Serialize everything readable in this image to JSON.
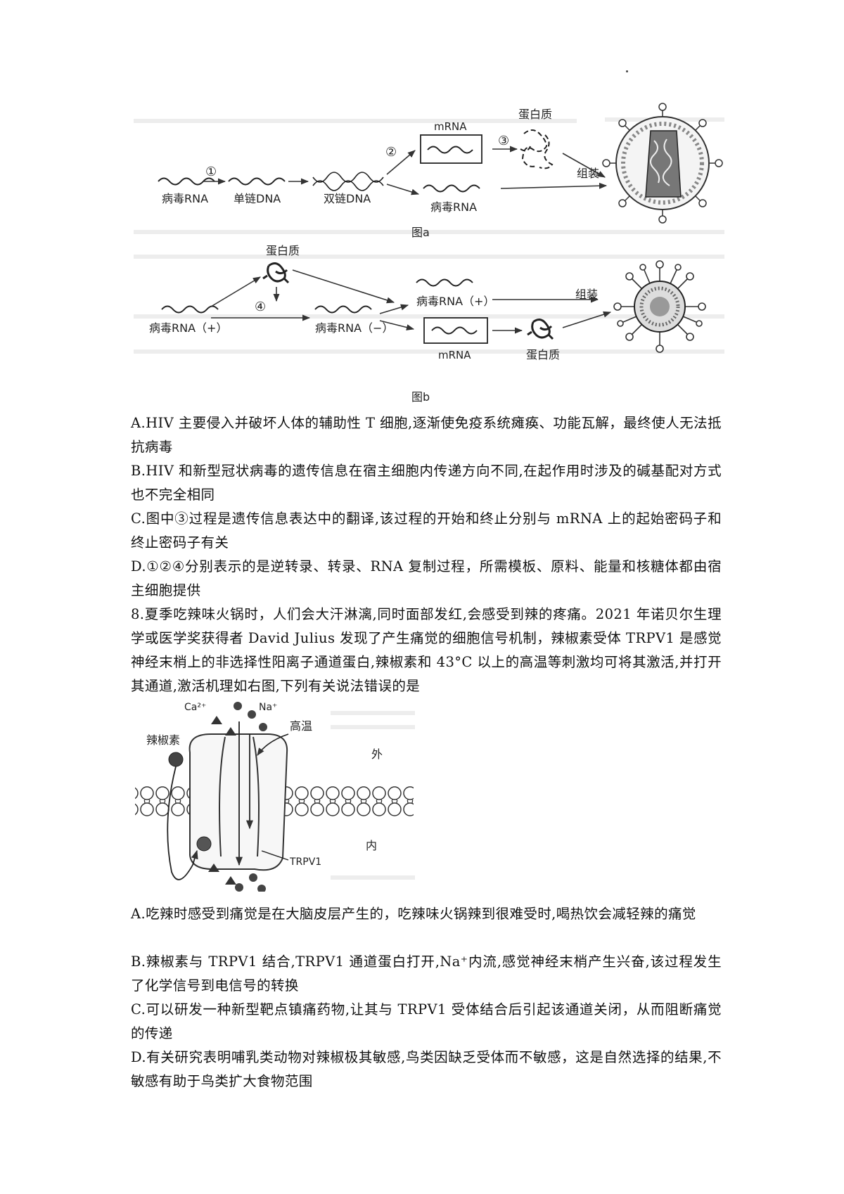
{
  "figure_a": {
    "caption": "图a",
    "labels": {
      "virus_rna": "病毒RNA",
      "ss_dna": "单链DNA",
      "ds_dna": "双链DNA",
      "mrna": "mRNA",
      "virus_rna_2": "病毒RNA",
      "protein": "蛋白质",
      "assembly": "组装"
    },
    "steps": {
      "s1": "①",
      "s2": "②",
      "s3": "③"
    }
  },
  "figure_b": {
    "caption": "图b",
    "labels": {
      "virus_rna_plus": "病毒RNA（+）",
      "virus_rna_minus": "病毒RNA（−）",
      "virus_rna_plus_2": "病毒RNA（+）",
      "mrna": "mRNA",
      "protein_top": "蛋白质",
      "protein_bottom": "蛋白质",
      "assembly": "组装"
    },
    "steps": {
      "s4": "④"
    }
  },
  "q7_options": [
    {
      "text": "A.HIV 主要侵入并破坏人体的辅助性 T 细胞,逐渐使免疫系统瘫痪、功能瓦解，最终使人无法抵抗病毒"
    },
    {
      "text": "B.HIV 和新型冠状病毒的遗传信息在宿主细胞内传递方向不同,在起作用时涉及的碱基配对方式也不完全相同"
    },
    {
      "text": "C.图中③过程是遗传信息表达中的翻译,该过程的开始和终止分别与 mRNA 上的起始密码子和终止密码子有关"
    },
    {
      "text": "D.①②④分别表示的是逆转录、转录、RNA 复制过程，所需模板、原料、能量和核糖体都由宿主细胞提供"
    }
  ],
  "q8_stem": "8.夏季吃辣味火锅时，人们会大汗淋漓,同时面部发红,会感受到辣的疼痛。2021 年诺贝尔生理学或医学奖获得者 David Julius 发现了产生痛觉的细胞信号机制，辣椒素受体 TRPV1 是感觉神经末梢上的非选择性阳离子通道蛋白,辣椒素和 43°C 以上的高温等刺激均可将其激活,并打开其通道,激活机理如右图,下列有关说法错误的是",
  "figure_c": {
    "labels": {
      "ca": "Ca²⁺",
      "na": "Na⁺",
      "capsaicin": "辣椒素",
      "heat": "高温",
      "outside": "外",
      "inside": "内",
      "trpv1": "TRPV1"
    }
  },
  "q8_options": [
    {
      "text": "A.吃辣时感受到痛觉是在大脑皮层产生的，吃辣味火锅辣到很难受时,喝热饮会减轻辣的痛觉"
    },
    {
      "text": "B.辣椒素与 TRPV1 结合,TRPV1 通道蛋白打开,Na⁺内流,感觉神经末梢产生兴奋,该过程发生了化学信号到电信号的转换"
    },
    {
      "text": "C.可以研发一种新型靶点镇痛药物,让其与 TRPV1 受体结合后引起该通道关闭，从而阻断痛觉的传递"
    },
    {
      "text": "D.有关研究表明哺乳类动物对辣椒极其敏感,鸟类因缺乏受体而不敏感，这是自然选择的结果,不敏感有助于鸟类扩大食物范围"
    }
  ]
}
